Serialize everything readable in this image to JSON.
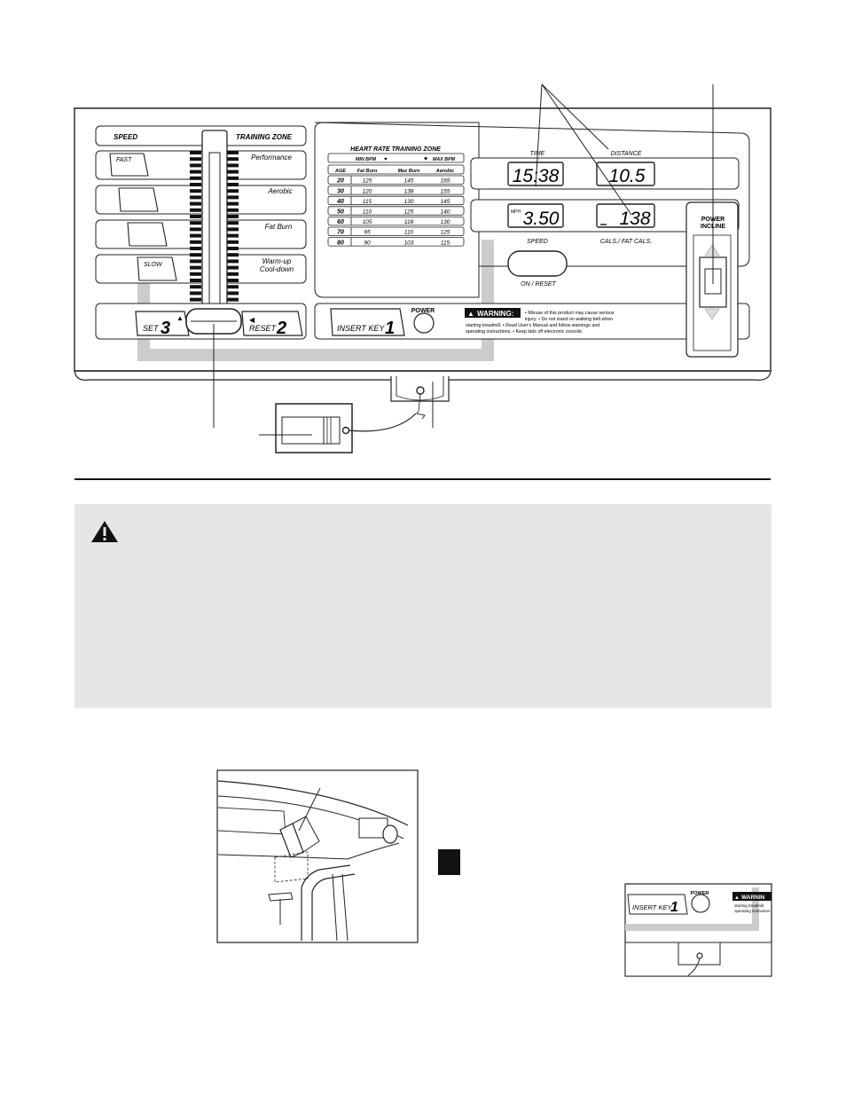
{
  "console": {
    "speed_header": "SPEED",
    "training_zone_header": "TRAINING ZONE",
    "speed_buttons": [
      "FAST",
      "",
      "",
      "SLOW"
    ],
    "zones": [
      "Performance",
      "Aerobic",
      "Fat Burn",
      "Warm-up",
      "Cool-down"
    ],
    "set_label": "SET",
    "set_number": "3",
    "reset_label": "RESET",
    "reset_number": "2",
    "insert_key_label": "INSERT KEY",
    "insert_key_number": "1",
    "power_label": "POWER",
    "warning_label": "WARNING:",
    "warning_lines": [
      "• Misuse of this product may cause serious",
      "injury. • Do not stand on walking belt when",
      "starting treadmill. • Read User's Manual and follow warnings and",
      "operating instructions. • Keep kids off electronic console."
    ],
    "on_reset_label": "ON / RESET",
    "power_incline_label_1": "POWER",
    "power_incline_label_2": "INCLINE"
  },
  "heart_rate_table": {
    "title": "HEART RATE TRAINING ZONE",
    "min_bpm_label": "MIN BPM",
    "max_bpm_label": "MAX BPM",
    "headers": [
      "AGE",
      "Fat Burn",
      "Max Burn",
      "Aerobic"
    ],
    "rows": [
      [
        "20",
        "125",
        "145",
        "165"
      ],
      [
        "30",
        "120",
        "138",
        "155"
      ],
      [
        "40",
        "115",
        "130",
        "145"
      ],
      [
        "50",
        "110",
        "125",
        "140"
      ],
      [
        "60",
        "105",
        "118",
        "130"
      ],
      [
        "70",
        "95",
        "110",
        "125"
      ],
      [
        "80",
        "90",
        "103",
        "115"
      ]
    ]
  },
  "displays": {
    "time_label": "TIME",
    "time_value": "15:38",
    "distance_label": "DISTANCE",
    "distance_value": "10.5",
    "mph_label": "MPH",
    "speed_value": "3.50",
    "speed_label": "SPEED",
    "cals_value": "138",
    "cals_label": "CALS./ FAT CALS."
  },
  "inset": {
    "insert_key_label": "INSERT KEY",
    "insert_key_number": "1",
    "power_label": "POWER",
    "warning_label": "WARNIN",
    "warning_lines": [
      "starting treadmill.",
      "operating instruction"
    ]
  }
}
